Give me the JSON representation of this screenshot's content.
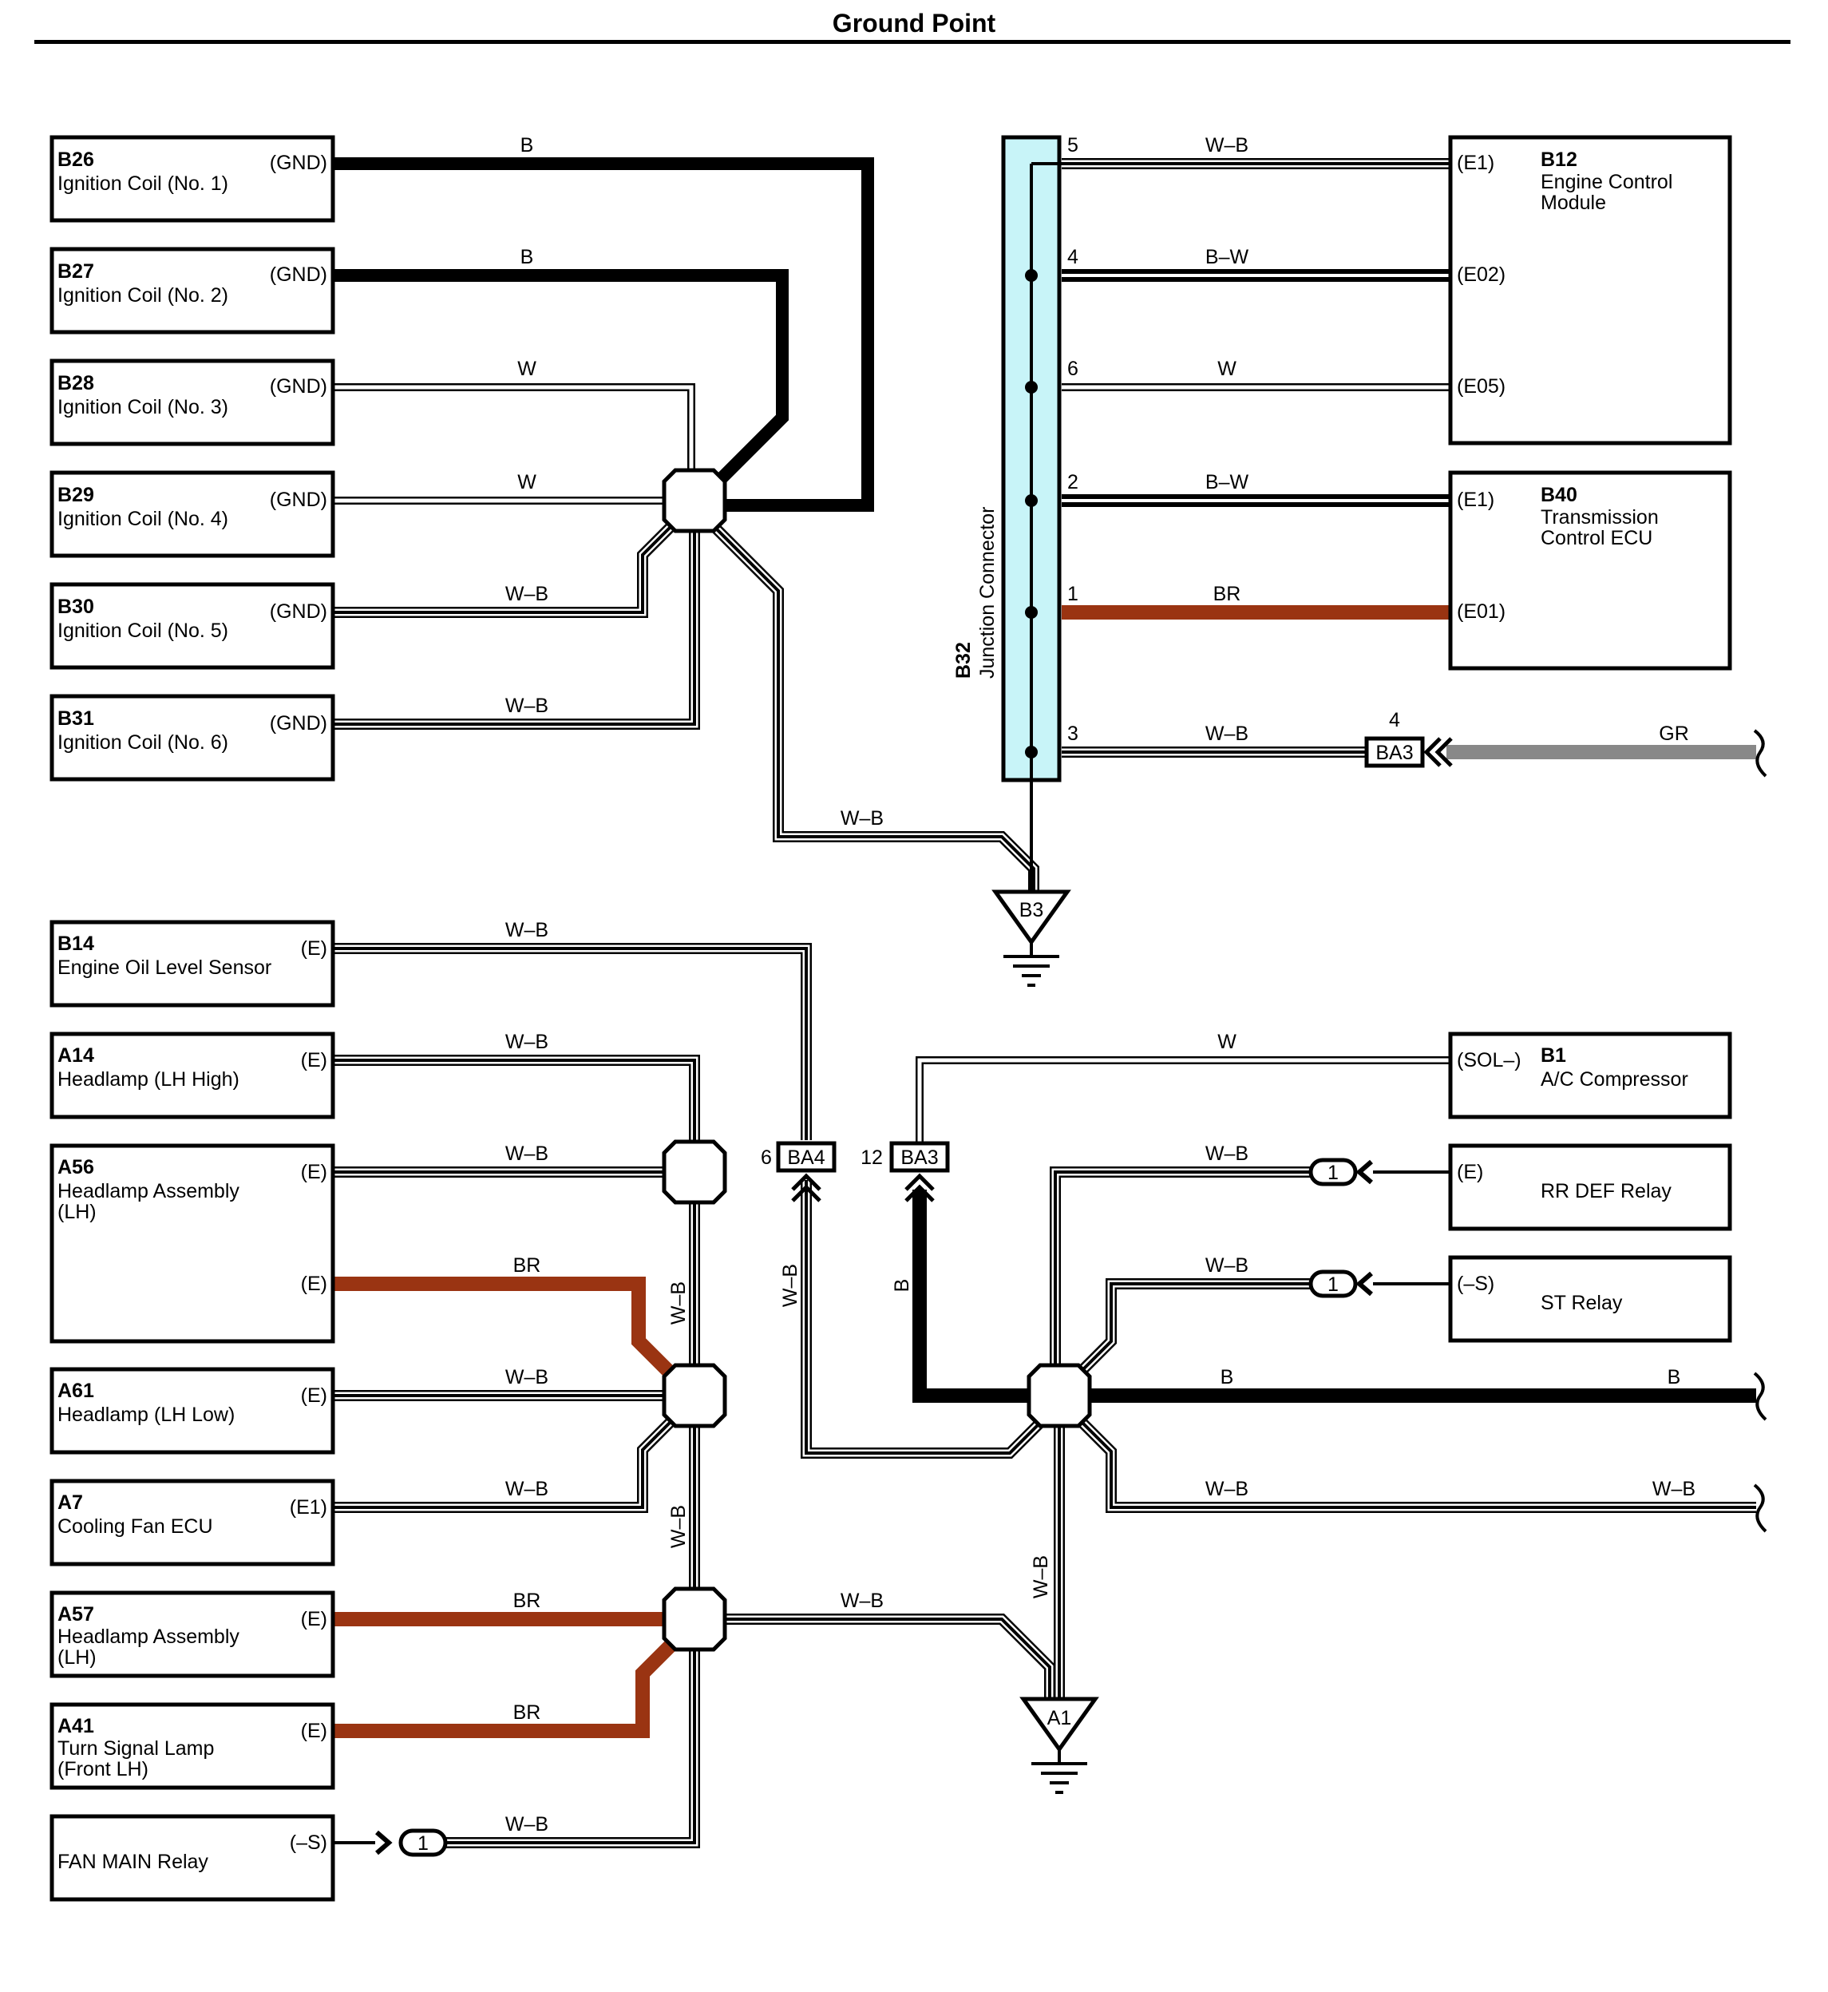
{
  "title": "Ground Point",
  "colors": {
    "black": "#000000",
    "brown": "#9a3412",
    "gray": "#888888",
    "cyan": "#c8f4f8",
    "white": "#ffffff"
  },
  "components": {
    "B26": {
      "code": "B26",
      "name": "Ignition Coil (No. 1)",
      "pin": "(GND)"
    },
    "B27": {
      "code": "B27",
      "name": "Ignition Coil (No. 2)",
      "pin": "(GND)"
    },
    "B28": {
      "code": "B28",
      "name": "Ignition Coil (No. 3)",
      "pin": "(GND)"
    },
    "B29": {
      "code": "B29",
      "name": "Ignition Coil (No. 4)",
      "pin": "(GND)"
    },
    "B30": {
      "code": "B30",
      "name": "Ignition Coil (No. 5)",
      "pin": "(GND)"
    },
    "B31": {
      "code": "B31",
      "name": "Ignition Coil (No. 6)",
      "pin": "(GND)"
    },
    "B14": {
      "code": "B14",
      "name": "Engine Oil Level Sensor",
      "pin": "(E)"
    },
    "A14": {
      "code": "A14",
      "name": "Headlamp (LH High)",
      "pin": "(E)"
    },
    "A56": {
      "code": "A56",
      "name1": "Headlamp Assembly",
      "name2": "(LH)",
      "pin1": "(E)",
      "pin2": "(E)"
    },
    "A61": {
      "code": "A61",
      "name": "Headlamp (LH Low)",
      "pin": "(E)"
    },
    "A7": {
      "code": "A7",
      "name": "Cooling Fan ECU",
      "pin": "(E1)"
    },
    "A57": {
      "code": "A57",
      "name1": "Headlamp Assembly",
      "name2": "(LH)",
      "pin": "(E)"
    },
    "A41": {
      "code": "A41",
      "name1": "Turn Signal Lamp",
      "name2": "(Front LH)",
      "pin": "(E)"
    },
    "FANMAIN": {
      "name": "FAN MAIN Relay",
      "pin": "(–S)"
    },
    "B12": {
      "code": "B12",
      "name1": "Engine Control",
      "name2": "Module",
      "pin1": "(E1)",
      "pin2": "(E02)",
      "pin3": "(E05)"
    },
    "B40": {
      "code": "B40",
      "name1": "Transmission",
      "name2": "Control ECU",
      "pin1": "(E1)",
      "pin2": "(E01)"
    },
    "B1": {
      "code": "B1",
      "name": "A/C Compressor",
      "pin": "(SOL–)"
    },
    "RRDEF": {
      "name": "RR DEF Relay",
      "pin": "(E)"
    },
    "ST": {
      "name": "ST Relay",
      "pin": "(–S)"
    }
  },
  "junction": {
    "code": "B32",
    "name": "Junction Connector",
    "pins": [
      "5",
      "4",
      "6",
      "2",
      "1",
      "3"
    ]
  },
  "connectors": {
    "BA3_top": {
      "code": "BA3",
      "pin": "4"
    },
    "BA4": {
      "code": "BA4",
      "pin": "6"
    },
    "BA3_bottom": {
      "code": "BA3",
      "pin": "12"
    },
    "plug_pin": "1"
  },
  "grounds": {
    "top": "B3",
    "bottom": "A1"
  },
  "wire_colors": {
    "B": "B",
    "W": "W",
    "WB": "W–B",
    "BW": "B–W",
    "BR": "BR",
    "GR": "GR"
  }
}
